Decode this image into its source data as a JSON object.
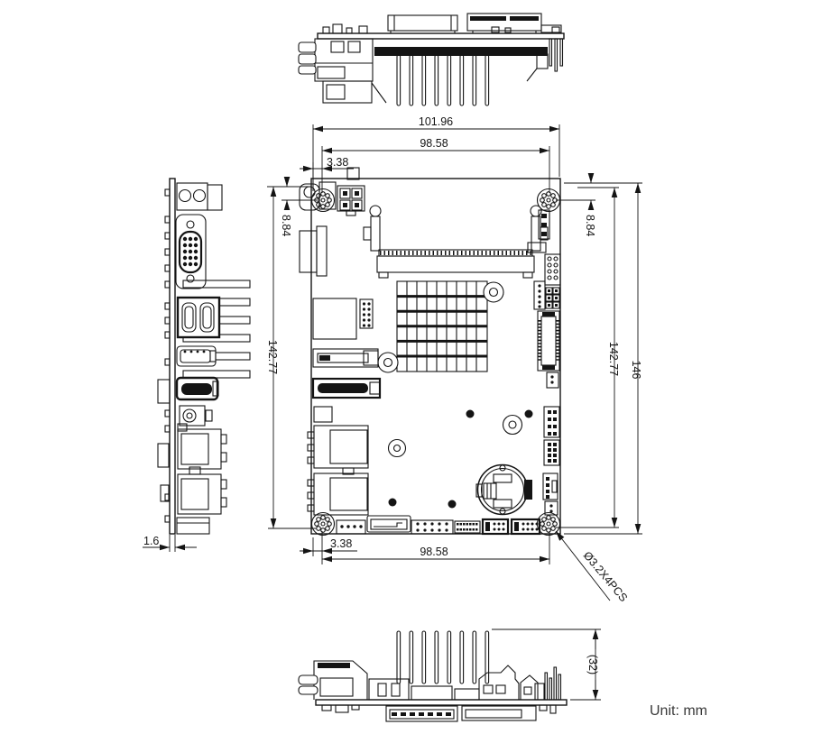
{
  "drawing": {
    "unit_label": "Unit: mm",
    "dims": {
      "top_outer_width": "101.96",
      "top_inner_width": "98.58",
      "top_left_offset": "3.38",
      "left_top_offset": "8.84",
      "left_span": "142.77",
      "right_top_offset": "8.84",
      "right_span": "142.77",
      "right_total_height": "146",
      "bottom_left_offset": "3.38",
      "bottom_span": "98.58",
      "pcb_thickness": "1.6",
      "hole_callout": "Ø3.2X4PCS",
      "bottom_view_height": "(32)"
    }
  }
}
